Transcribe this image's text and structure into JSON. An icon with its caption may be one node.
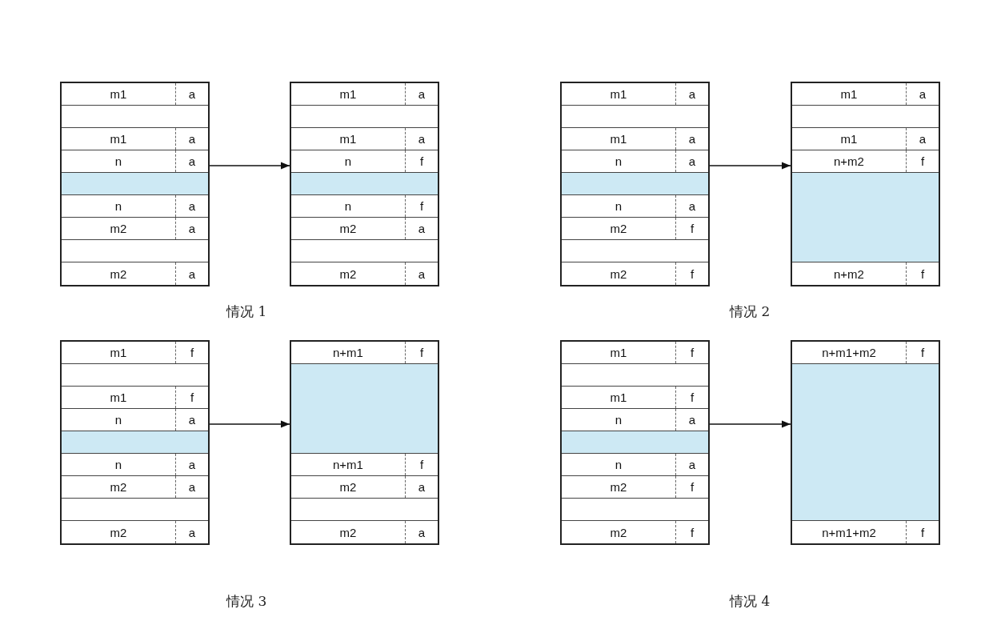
{
  "diagram": {
    "nodes": [
      {
        "text": [],
        "shape": "box"
      },
      {
        "text": [
          "m1",
          "a"
        ],
        "in": 0
      },
      {
        "text": [],
        "shape": "box",
        "in": 0
      },
      {
        "text": [
          "m1",
          "a"
        ],
        "in": 0
      },
      {
        "text": [
          "n",
          "a"
        ],
        "in": 0
      },
      {
        "text": [],
        "shape": "box",
        "in": 0
      },
      {
        "text": [
          "n",
          "a"
        ],
        "in": 0
      },
      {
        "text": [
          "m2",
          "a"
        ],
        "in": 0
      },
      {
        "text": [],
        "shape": "box",
        "in": 0
      },
      {
        "text": [
          "m2",
          "a"
        ],
        "in": 0
      },
      {
        "text": [],
        "shape": "box"
      },
      {
        "text": [
          "m1",
          "a"
        ],
        "in": 10
      },
      {
        "text": [],
        "shape": "box",
        "in": 10
      },
      {
        "text": [
          "m1",
          "a"
        ],
        "in": 10
      },
      {
        "text": [
          "n",
          "f"
        ],
        "in": 10
      },
      {
        "text": [],
        "shape": "box",
        "in": 10
      },
      {
        "text": [
          "n",
          "f"
        ],
        "in": 10
      },
      {
        "text": [
          "m2",
          "a"
        ],
        "in": 10
      },
      {
        "text": [],
        "shape": "box",
        "in": 10
      },
      {
        "text": [
          "m2",
          "a"
        ],
        "in": 10
      },
      {
        "text": [],
        "shape": "box"
      },
      {
        "text": [
          "m1",
          "a"
        ],
        "in": 20
      },
      {
        "text": [],
        "shape": "box",
        "in": 20
      },
      {
        "text": [
          "m1",
          "a"
        ],
        "in": 20
      },
      {
        "text": [
          "n",
          "a"
        ],
        "in": 20
      },
      {
        "text": [],
        "shape": "box",
        "in": 20
      },
      {
        "text": [
          "n",
          "a"
        ],
        "in": 20
      },
      {
        "text": [
          "m2",
          "f"
        ],
        "in": 20
      },
      {
        "text": [],
        "shape": "box",
        "in": 20
      },
      {
        "text": [
          "m2",
          "f"
        ],
        "in": 20
      },
      {
        "text": [],
        "shape": "box"
      },
      {
        "text": [
          "m1",
          "a"
        ],
        "in": 30
      },
      {
        "text": [],
        "shape": "box",
        "in": 30
      },
      {
        "text": [
          "m1",
          "a"
        ],
        "in": 30
      },
      {
        "text": [
          "n+m2",
          "f"
        ],
        "in": 30
      },
      {
        "text": [],
        "shape": "box",
        "in": 30
      },
      {
        "text": [
          "n+m2",
          "f"
        ],
        "in": 30
      },
      {
        "text": [],
        "shape": "box"
      },
      {
        "text": [
          "m1",
          "f"
        ],
        "in": 37
      },
      {
        "text": [],
        "shape": "box",
        "in": 37
      },
      {
        "text": [
          "m1",
          "f"
        ],
        "in": 37
      },
      {
        "text": [
          "n",
          "a"
        ],
        "in": 37
      },
      {
        "text": [],
        "shape": "box",
        "in": 37
      },
      {
        "text": [
          "n",
          "a"
        ],
        "in": 37
      },
      {
        "text": [
          "m2",
          "a"
        ],
        "in": 37
      },
      {
        "text": [],
        "shape": "box",
        "in": 37
      },
      {
        "text": [
          "m2",
          "a"
        ],
        "in": 37
      },
      {
        "text": [],
        "shape": "box"
      },
      {
        "text": [
          "n+m1",
          "f"
        ],
        "in": 47
      },
      {
        "text": [],
        "shape": "box",
        "in": 47
      },
      {
        "text": [
          "n+m1",
          "f"
        ],
        "in": 47
      },
      {
        "text": [
          "m2",
          "a"
        ],
        "in": 47
      },
      {
        "text": [],
        "shape": "box",
        "in": 47
      },
      {
        "text": [
          "m2",
          "a"
        ],
        "in": 47
      },
      {
        "text": [],
        "shape": "box"
      },
      {
        "text": [
          "m1",
          "f"
        ],
        "in": 54
      },
      {
        "text": [],
        "shape": "box",
        "in": 54
      },
      {
        "text": [
          "m1",
          "f"
        ],
        "in": 54
      },
      {
        "text": [
          "n",
          "a"
        ],
        "in": 54
      },
      {
        "text": [],
        "shape": "box",
        "in": 54
      },
      {
        "text": [
          "n",
          "a"
        ],
        "in": 54
      },
      {
        "text": [
          "m2",
          "f"
        ],
        "in": 54
      },
      {
        "text": [],
        "shape": "box",
        "in": 54
      },
      {
        "text": [
          "m2",
          "f"
        ],
        "in": 54
      },
      {
        "text": [],
        "shape": "box"
      },
      {
        "text": [
          "n+m1+m2",
          "f"
        ],
        "in": 64
      },
      {
        "text": [],
        "shape": "box",
        "in": 64
      },
      {
        "text": [
          "n+m1+m2",
          "f"
        ],
        "in": 64
      }
    ],
    "edges": [
      {
        "from": 0,
        "to": 10,
        "arrow": "to"
      },
      {
        "from": 20,
        "to": 30,
        "arrow": "to"
      },
      {
        "from": 37,
        "to": 47,
        "arrow": "to"
      },
      {
        "from": 54,
        "to": 64,
        "arrow": "to"
      }
    ],
    "labels": [
      "情况 1",
      "情况 2",
      "情况 3",
      "情况 4"
    ]
  }
}
